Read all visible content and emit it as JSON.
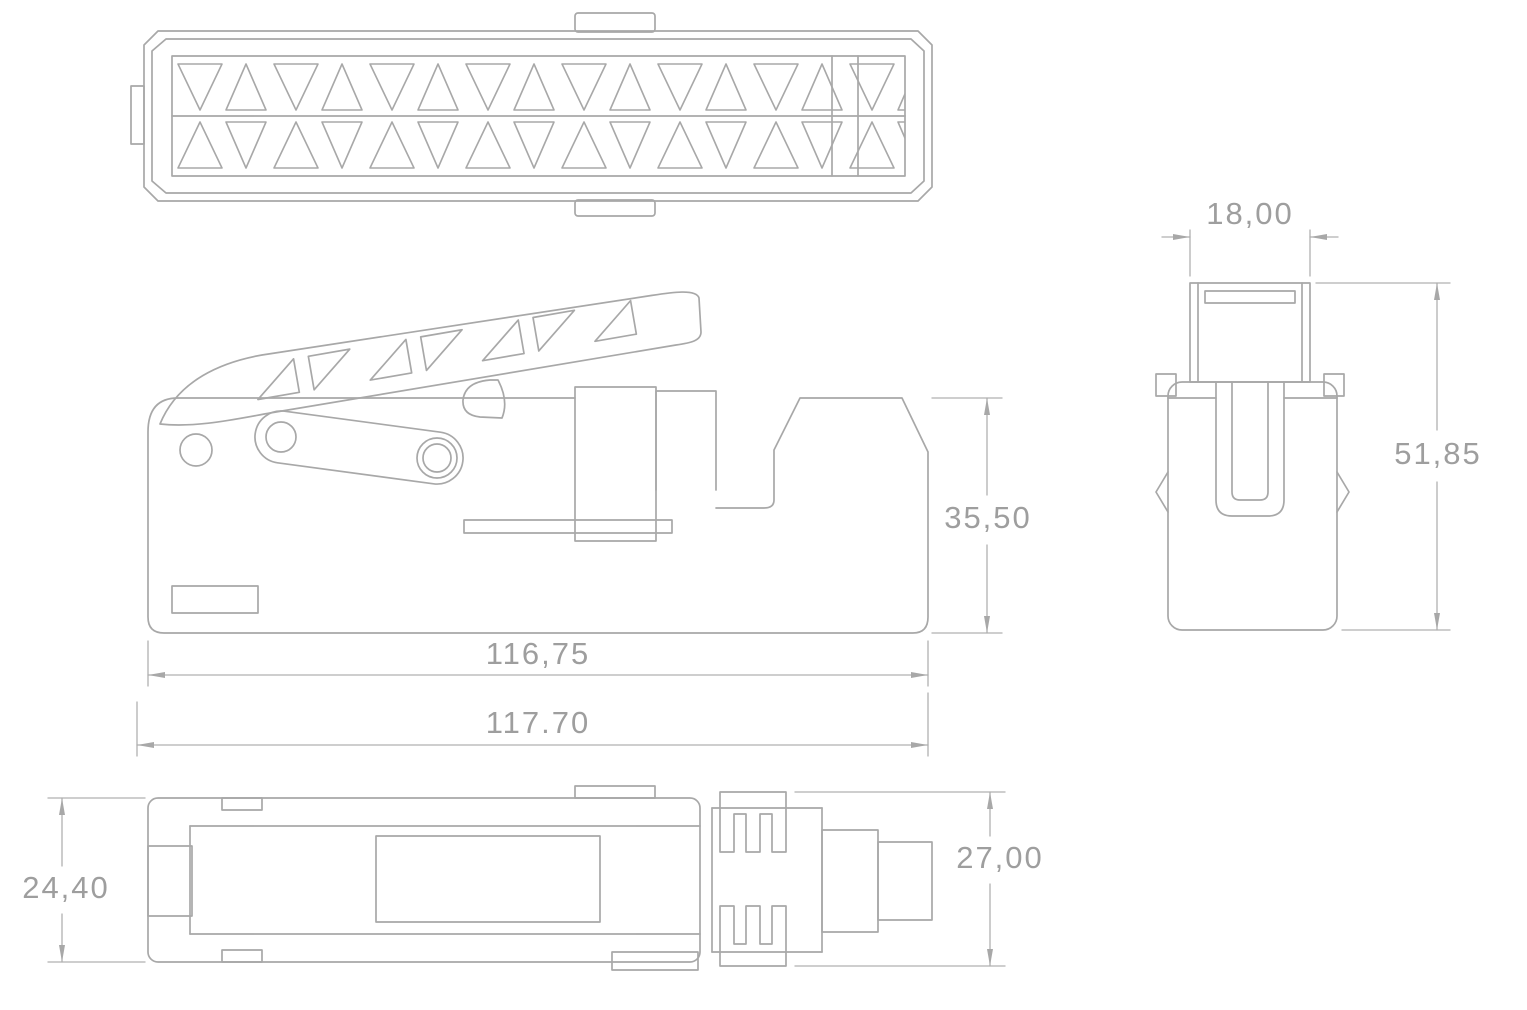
{
  "drawing": {
    "type": "technical-orthographic-drawing",
    "views": {
      "top_view": "top view with lattice grille panel",
      "side_view": "side view of latch lever mechanism",
      "front_view": "front/end view with clip",
      "bottom_view": "bottom view with connector"
    },
    "colors": {
      "part_line": "#a8a8a8",
      "dimension_line": "#b0b0b0",
      "text": "#9e9e9e",
      "background": "#ffffff"
    },
    "dimensions": {
      "side_view_width_inner": "116,75",
      "side_view_width_outer": "117.70",
      "side_view_height": "35,50",
      "front_view_width": "18,00",
      "front_view_height": "51,85",
      "bottom_view_height_left": "24,40",
      "bottom_view_height_right": "27,00"
    }
  }
}
